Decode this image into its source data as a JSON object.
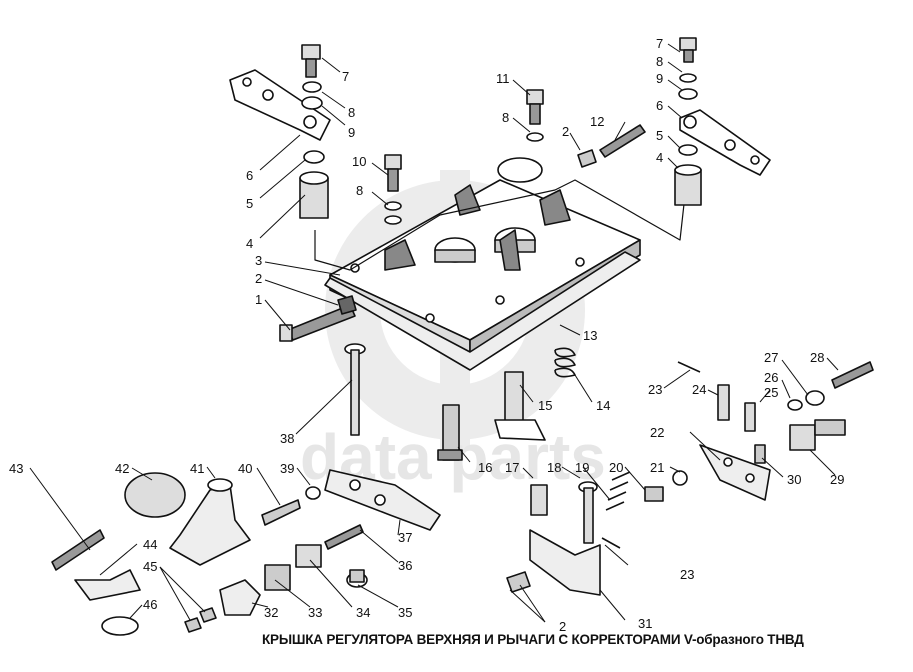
{
  "caption": "КРЫШКА РЕГУЛЯТОРА ВЕРХНЯЯ И РЫЧАГИ С КОРРЕКТОРАМИ V-образного ТНВД",
  "watermark": "data parts",
  "callouts": [
    {
      "id": "c7a",
      "text": "7"
    },
    {
      "id": "c8a",
      "text": "8"
    },
    {
      "id": "c9a",
      "text": "9"
    },
    {
      "id": "c6a",
      "text": "6"
    },
    {
      "id": "c5a",
      "text": "5"
    },
    {
      "id": "c4a",
      "text": "4"
    },
    {
      "id": "c3",
      "text": "3"
    },
    {
      "id": "c2a",
      "text": "2"
    },
    {
      "id": "c1",
      "text": "1"
    },
    {
      "id": "c10",
      "text": "10"
    },
    {
      "id": "c8b",
      "text": "8"
    },
    {
      "id": "c11",
      "text": "11"
    },
    {
      "id": "c8c",
      "text": "8"
    },
    {
      "id": "c2b",
      "text": "2"
    },
    {
      "id": "c12",
      "text": "12"
    },
    {
      "id": "c7b",
      "text": "7"
    },
    {
      "id": "c8d",
      "text": "8"
    },
    {
      "id": "c9b",
      "text": "9"
    },
    {
      "id": "c6b",
      "text": "6"
    },
    {
      "id": "c5b",
      "text": "5"
    },
    {
      "id": "c4b",
      "text": "4"
    },
    {
      "id": "c13",
      "text": "13"
    },
    {
      "id": "c14",
      "text": "14"
    },
    {
      "id": "c15",
      "text": "15"
    },
    {
      "id": "c16",
      "text": "16"
    },
    {
      "id": "c17",
      "text": "17"
    },
    {
      "id": "c18",
      "text": "18"
    },
    {
      "id": "c19",
      "text": "19"
    },
    {
      "id": "c20",
      "text": "20"
    },
    {
      "id": "c21",
      "text": "21"
    },
    {
      "id": "c22",
      "text": "22"
    },
    {
      "id": "c23a",
      "text": "23"
    },
    {
      "id": "c23b",
      "text": "23"
    },
    {
      "id": "c24",
      "text": "24"
    },
    {
      "id": "c25",
      "text": "25"
    },
    {
      "id": "c26",
      "text": "26"
    },
    {
      "id": "c27",
      "text": "27"
    },
    {
      "id": "c28",
      "text": "28"
    },
    {
      "id": "c29",
      "text": "29"
    },
    {
      "id": "c30",
      "text": "30"
    },
    {
      "id": "c31",
      "text": "31"
    },
    {
      "id": "c2c",
      "text": "2"
    },
    {
      "id": "c32",
      "text": "32"
    },
    {
      "id": "c33",
      "text": "33"
    },
    {
      "id": "c34",
      "text": "34"
    },
    {
      "id": "c35",
      "text": "35"
    },
    {
      "id": "c36",
      "text": "36"
    },
    {
      "id": "c37",
      "text": "37"
    },
    {
      "id": "c38",
      "text": "38"
    },
    {
      "id": "c39",
      "text": "39"
    },
    {
      "id": "c40",
      "text": "40"
    },
    {
      "id": "c41",
      "text": "41"
    },
    {
      "id": "c42",
      "text": "42"
    },
    {
      "id": "c43",
      "text": "43"
    },
    {
      "id": "c44",
      "text": "44"
    },
    {
      "id": "c45",
      "text": "45"
    },
    {
      "id": "c46",
      "text": "46"
    }
  ]
}
